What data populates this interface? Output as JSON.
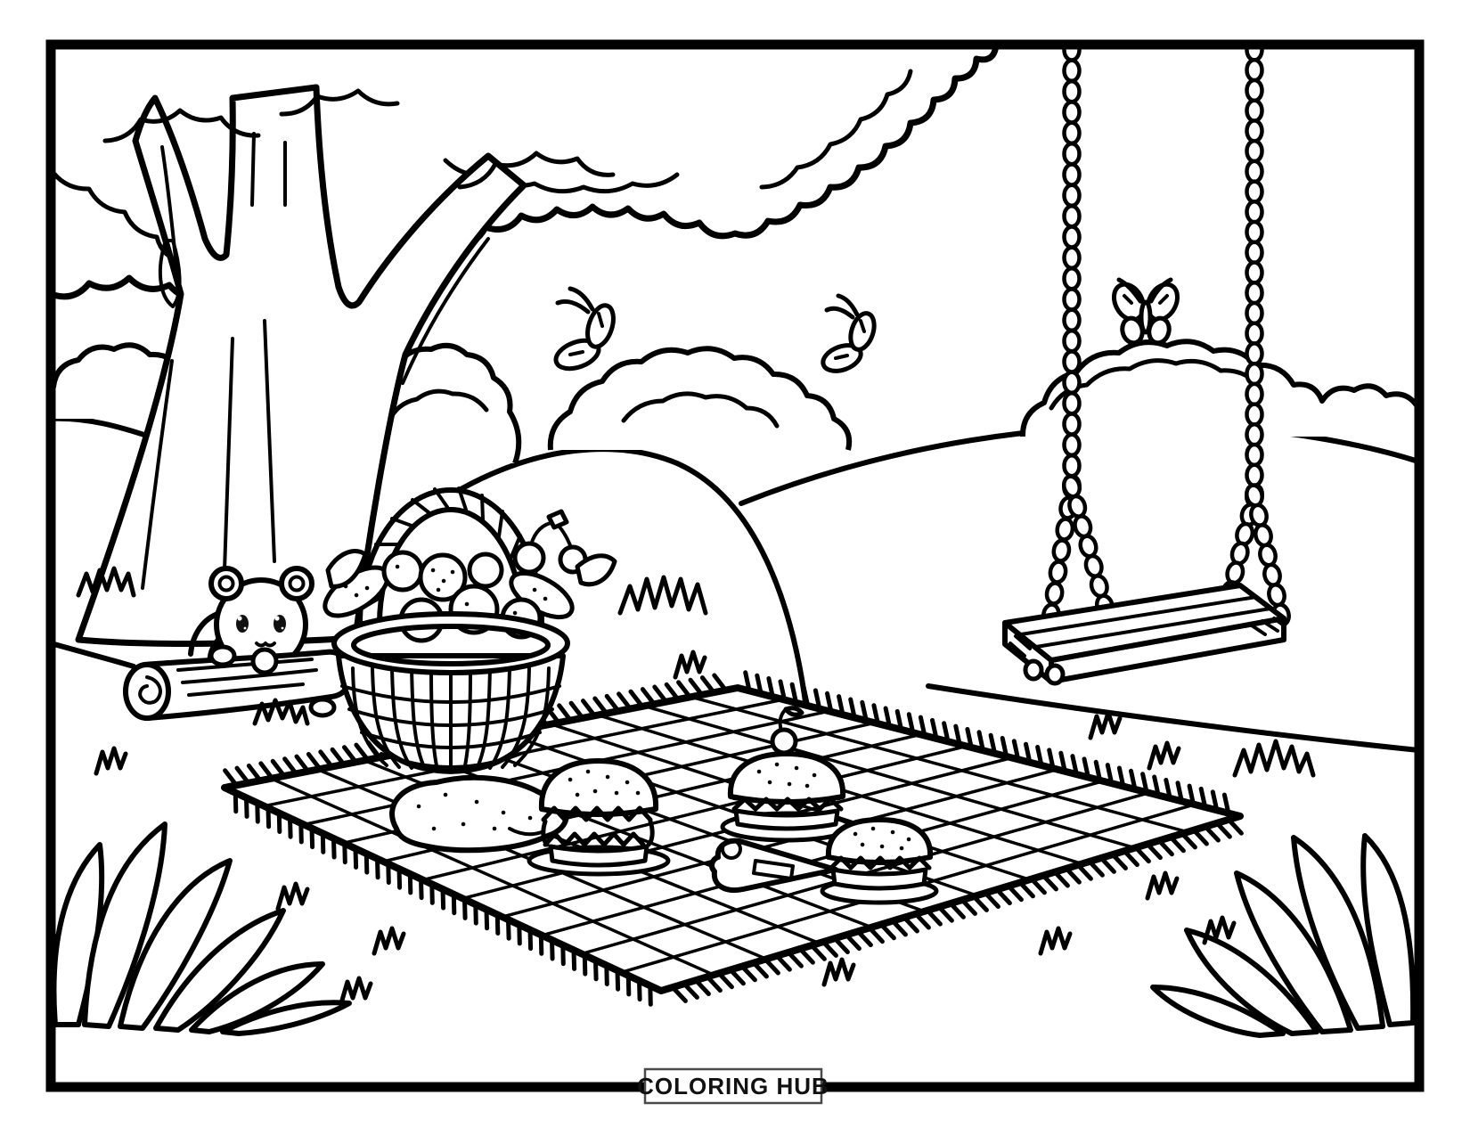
{
  "page": {
    "kind": "coloring-book-page",
    "background_color": "#ffffff",
    "line_color": "#000000"
  },
  "footer": {
    "brand_label": "COLORING HUB",
    "box_border_color": "#4a4a4a"
  },
  "scene": {
    "elements": [
      "tree-canopy",
      "tree-trunk",
      "bush",
      "hill",
      "swing-bead-chains",
      "swing-seat",
      "butterfly",
      "bear-cub",
      "wooden-log",
      "picnic-basket",
      "basket-handle",
      "fruit-and-bread",
      "picnic-blanket",
      "blanket-fringe",
      "flat-bread",
      "burger",
      "sandwich-with-cherry",
      "small-burger",
      "tongs",
      "grass-clump",
      "grass-tuft"
    ]
  }
}
